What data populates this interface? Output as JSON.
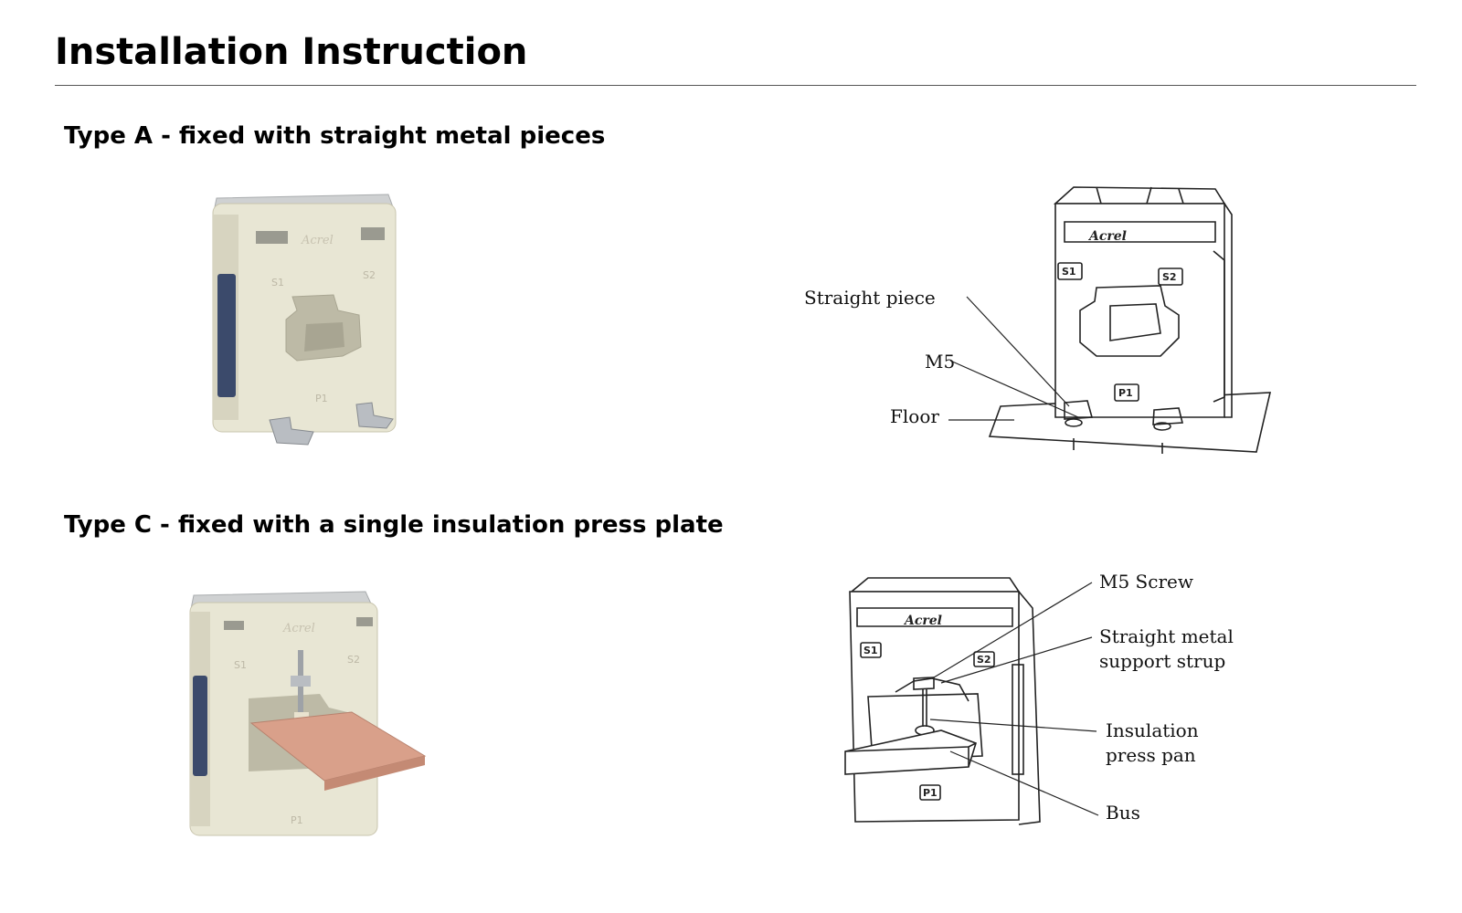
{
  "page": {
    "title": "Installation Instruction"
  },
  "type_a": {
    "heading": "Type A - fixed with straight metal pieces",
    "photo": {
      "brand_text": "Acrel",
      "mark_s1": "S1",
      "mark_s2": "S2",
      "mark_p1": "P1"
    },
    "diagram": {
      "brand_text": "Acrel",
      "mark_s1": "S1",
      "mark_s2": "S2",
      "mark_p1": "P1",
      "callouts": {
        "straight_piece": "Straight piece",
        "m5": "M5",
        "floor": "Floor"
      }
    }
  },
  "type_c": {
    "heading": "Type C - fixed with a single insulation press plate",
    "photo": {
      "brand_text": "Acrel",
      "mark_s1": "S1",
      "mark_s2": "S2",
      "mark_p1": "P1"
    },
    "diagram": {
      "brand_text": "Acrel",
      "mark_s1": "S1",
      "mark_s2": "S2",
      "mark_p1": "P1",
      "callouts": {
        "m5_screw": "M5 Screw",
        "strap_line1": "Straight metal",
        "strap_line2": "support strup",
        "pan_line1": "Insulation",
        "pan_line2": "press pan",
        "bus": "Bus"
      }
    }
  },
  "colors": {
    "housing": "#e8e6d4",
    "housing_shade": "#d7d4c0",
    "side_label": "#3b4a6b",
    "metal": "#b9bdc2",
    "copper_bus": "#d9a08a",
    "line_art": "#222222"
  }
}
